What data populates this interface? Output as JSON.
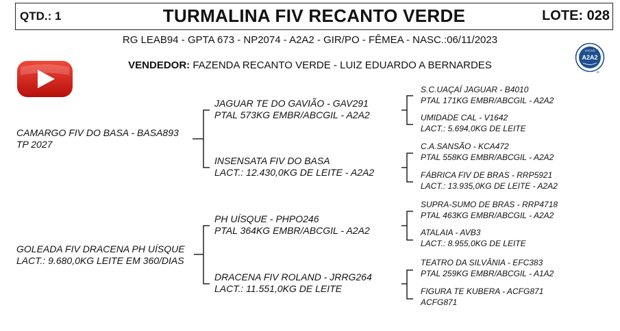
{
  "header": {
    "qtd": "QTD.: 1",
    "title": "TURMALINA FIV RECANTO VERDE",
    "lote": "LOTE: 028"
  },
  "subtitle": "RG LEAB94 - GPTA 673 - NP2074 - A2A2 - GIR/PO - FÊMEA - NASC.:06/11/2023",
  "seller": {
    "label": "VENDEDOR:",
    "value": " FAZENDA RECANTO VERDE - LUIZ EDUARDO A BERNARDES"
  },
  "badge": {
    "top": "VACAS",
    "main": "A2A2",
    "side": "IC"
  },
  "icons": {
    "video": "youtube-play-icon",
    "badge": "vacas-a2a2-seal-icon"
  },
  "pedigree": {
    "sire": {
      "line1": "CAMARGO FIV DO BASA - BASA893",
      "line2": "TP 2027"
    },
    "dam": {
      "line1": "GOLEADA FIV DRACENA PH UÍSQUE",
      "line2": "LACT.: 9.680,0KG LEITE EM 360/DIAS"
    },
    "sire_sire": {
      "line1": "JAGUAR TE DO GAVIÃO - GAV291",
      "line2": "PTAL 573KG EMBR/ABCGIL - A2A2"
    },
    "sire_dam": {
      "line1": "INSENSATA FIV DO BASA",
      "line2": "LACT.: 12.430,0KG DE LEITE - A2A2"
    },
    "dam_sire": {
      "line1": "PH UÍSQUE - PHPO246",
      "line2": "PTAL 364KG EMBR/ABCGIL - A2A2"
    },
    "dam_dam": {
      "line1": "DRACENA FIV ROLAND - JRRG264",
      "line2": "LACT.: 11.551,0KG DE LEITE"
    },
    "ss_s": {
      "line1": "S.C.UAÇAÍ JAGUAR - B4010",
      "line2": "PTAL 171KG EMBR/ABCGIL - A2A2"
    },
    "ss_d": {
      "line1": "UMIDADE CAL - V1642",
      "line2": "LACT.: 5.694,0KG DE LEITE"
    },
    "sd_s": {
      "line1": "C.A.SANSÃO - KCA472",
      "line2": "PTAL 558KG EMBR/ABCGIL - A2A2"
    },
    "sd_d": {
      "line1": "FÁBRICA FIV DE BRAS - RRP5921",
      "line2": "LACT.: 13.935,0KG DE LEITE - A2A2"
    },
    "ds_s": {
      "line1": "SUPRA-SUMO DE BRAS - RRP4718",
      "line2": "PTAL 463KG EMBR/ABCGIL - A2A2"
    },
    "ds_d": {
      "line1": "ATALAIA - AVB3",
      "line2": "LACT.: 8.955,0KG DE LEITE"
    },
    "dd_s": {
      "line1": "TEATRO DA SILVÂNIA - EFC383",
      "line2": "PTAL 259KG EMBR/ABCGIL - A1A2"
    },
    "dd_d": {
      "line1": "FIGURA TE KUBERA - ACFG871",
      "line2": "ACFG871"
    }
  }
}
